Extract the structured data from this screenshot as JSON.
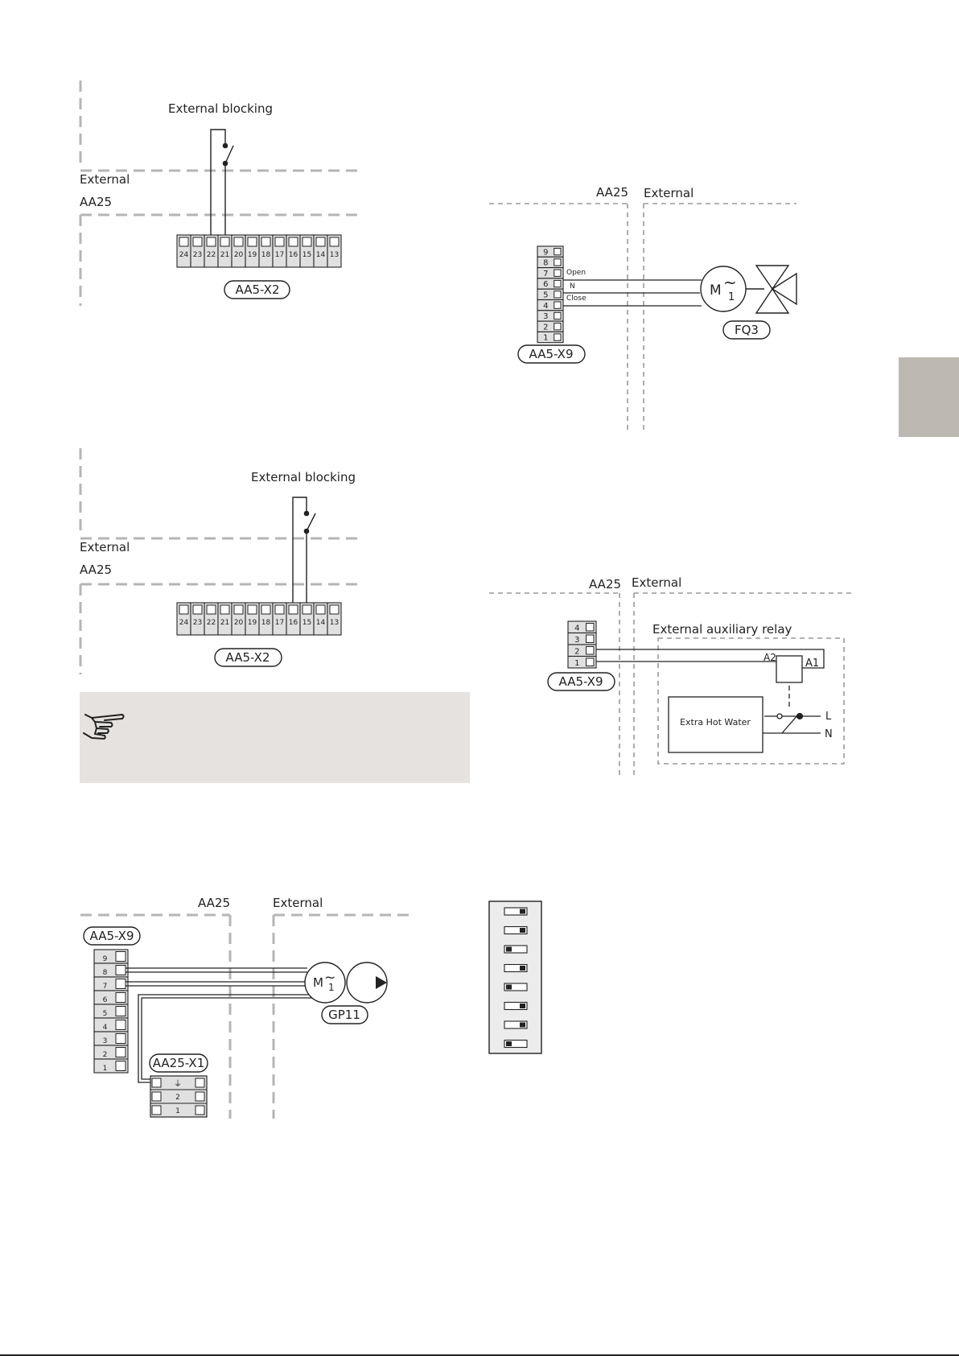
{
  "diagram1": {
    "title": "External blocking",
    "zone_external": "External",
    "zone_aa25": "AA25",
    "terminal_numbers": [
      "24",
      "23",
      "22",
      "21",
      "20",
      "19",
      "18",
      "17",
      "16",
      "15",
      "14",
      "13"
    ],
    "connector": "AA5-X2"
  },
  "diagram2": {
    "zone_aa25": "AA25",
    "zone_external": "External",
    "terminal_numbers": [
      "9",
      "8",
      "7",
      "6",
      "5",
      "4",
      "3",
      "2",
      "1"
    ],
    "wire_open": "Open",
    "wire_n": "N",
    "wire_close": "Close",
    "motor_letter": "M",
    "motor_tilde": "~",
    "motor_phase": "1",
    "actuator": "FQ3",
    "connector": "AA5-X9"
  },
  "diagram3": {
    "title": "External blocking",
    "zone_external": "External",
    "zone_aa25": "AA25",
    "terminal_numbers": [
      "24",
      "23",
      "22",
      "21",
      "20",
      "19",
      "18",
      "17",
      "16",
      "15",
      "14",
      "13"
    ],
    "connector": "AA5-X2"
  },
  "diagram4": {
    "zone_aa25": "AA25",
    "zone_external": "External",
    "relay_title": "External auxiliary relay",
    "terminal_numbers": [
      "4",
      "3",
      "2",
      "1"
    ],
    "connector": "AA5-X9",
    "coil_a2": "A2",
    "coil_a1": "A1",
    "load": "Extra Hot Water",
    "line_l": "L",
    "line_n": "N"
  },
  "diagram5": {
    "zone_aa25": "AA25",
    "zone_external": "External",
    "connector": "AA5-X9",
    "terminal_numbers": [
      "9",
      "8",
      "7",
      "6",
      "5",
      "4",
      "3",
      "2",
      "1"
    ],
    "motor_letter": "M",
    "motor_tilde": "~",
    "motor_phase": "1",
    "pump": "GP11",
    "connector2": "AA25-X1",
    "x1_rows": [
      "2",
      "1"
    ],
    "earth_symbol": "⏚"
  },
  "dip_switches": {
    "positions": [
      "right",
      "right",
      "left",
      "right",
      "left",
      "right",
      "right",
      "left"
    ]
  },
  "colors": {
    "side_tab": "#bdb8b1",
    "note_box": "#e6e2df",
    "terminal_fill": "#e0e0e0",
    "dashed": "#b5b5b5"
  }
}
